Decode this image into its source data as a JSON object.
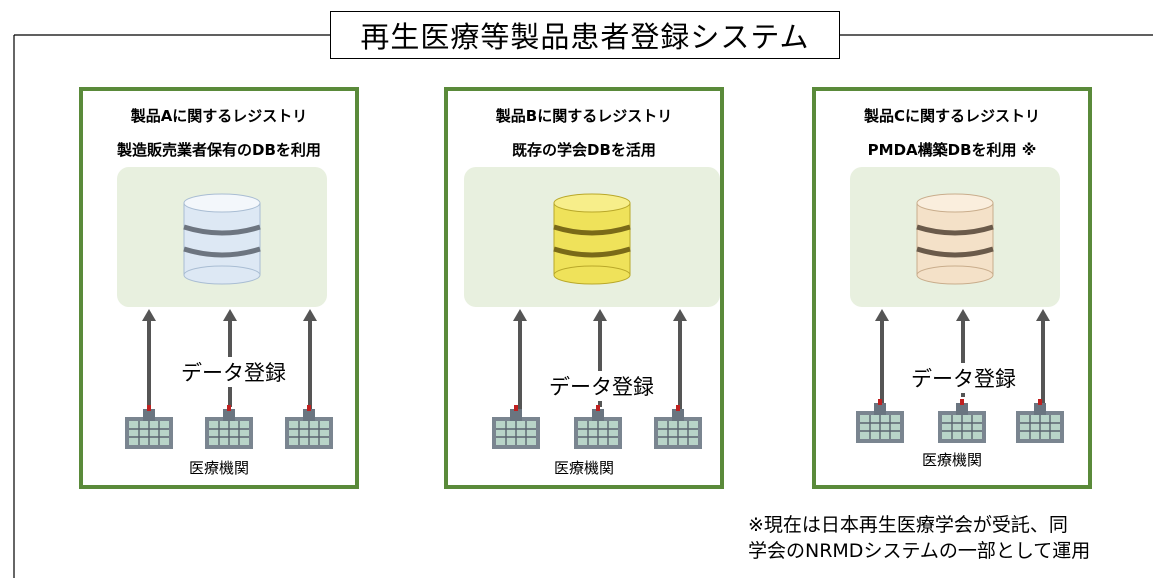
{
  "title": "再生医療等製品患者登録システム",
  "panels": [
    {
      "title_line1": "製品Aに関するレジストリ",
      "title_line2": "製造販売業者保有のDBを利用",
      "db_color": "#dde8f4",
      "db_shadow": "#a9bdd3",
      "data_entry_label": "データ登録",
      "institution_label": "医療機関"
    },
    {
      "title_line1": "製品Bに関するレジストリ",
      "title_line2": "既存の学会DBを活用",
      "db_color": "#efe25a",
      "db_shadow": "#b9a82a",
      "data_entry_label": "データ登録",
      "institution_label": "医療機関"
    },
    {
      "title_line1": "製品Cに関するレジストリ",
      "title_line2": "PMDA構築DBを利用 ※",
      "db_color": "#f4e1c8",
      "db_shadow": "#c9ad8c",
      "data_entry_label": "データ登録",
      "institution_label": "医療機関"
    }
  ],
  "footnote": {
    "line1": "※現在は日本再生医療学会が受託、同",
    "line2": "学会のNRMDシステムの一部として運用"
  },
  "colors": {
    "panel_border": "#5a8a3a",
    "db_area_bg": "#e8f0df",
    "arrow": "#555555"
  },
  "icons": {
    "database": "database-icon",
    "building": "hospital-building-icon",
    "arrow": "arrow-up-icon"
  }
}
